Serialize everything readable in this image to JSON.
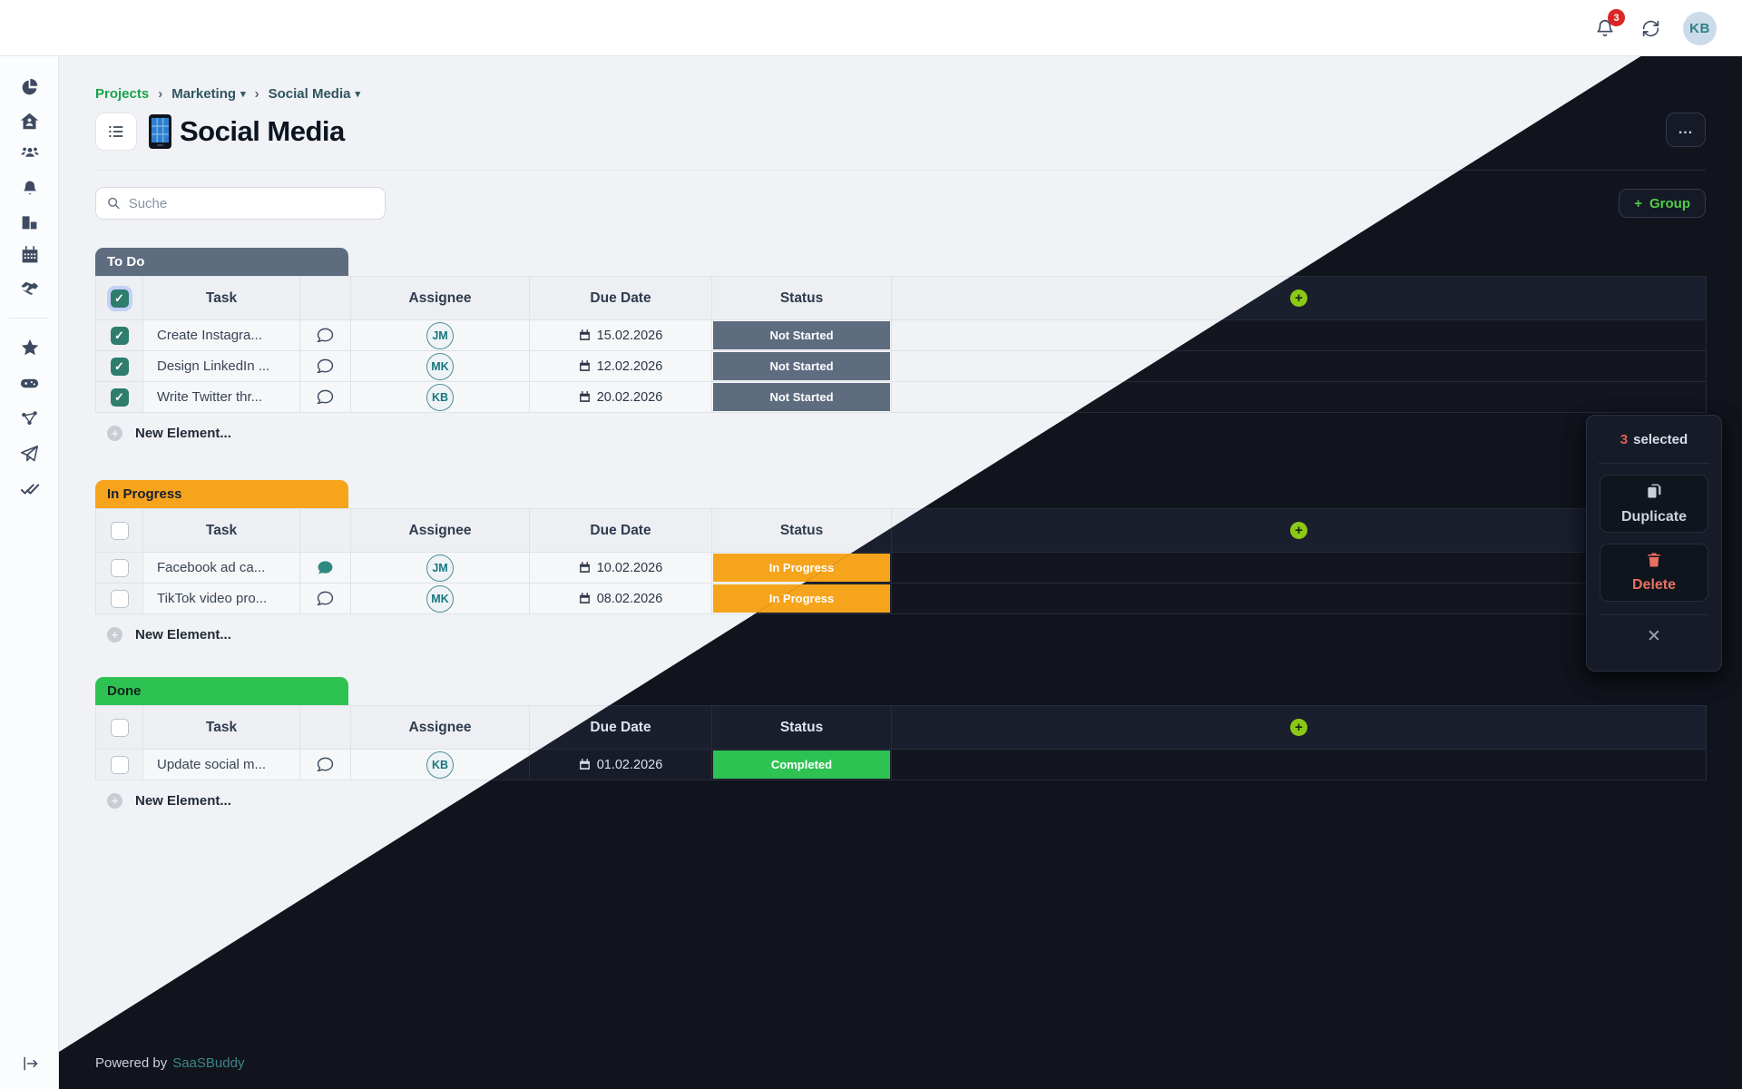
{
  "topbar": {
    "notification_badge": "3",
    "avatar_initials": "KB"
  },
  "breadcrumb": {
    "projects": "Projects",
    "marketing": "Marketing",
    "social_media": "Social Media"
  },
  "page": {
    "title": "Social Media",
    "more_label": "...",
    "group_button_label": "Group"
  },
  "search": {
    "placeholder": "Suche",
    "value": ""
  },
  "columns": {
    "task": "Task",
    "assignee": "Assignee",
    "due_date": "Due Date",
    "status": "Status"
  },
  "groups": [
    {
      "name": "To Do",
      "tasks": [
        {
          "title": "Create Instagra...",
          "assignee": "JM",
          "due": "15.02.2026",
          "status": "Not Started"
        },
        {
          "title": "Design LinkedIn ...",
          "assignee": "MK",
          "due": "12.02.2026",
          "status": "Not Started"
        },
        {
          "title": "Write Twitter thr...",
          "assignee": "KB",
          "due": "20.02.2026",
          "status": "Not Started"
        }
      ]
    },
    {
      "name": "In Progress",
      "tasks": [
        {
          "title": "Facebook ad ca...",
          "assignee": "JM",
          "due": "10.02.2026",
          "status": "In Progress"
        },
        {
          "title": "TikTok video pro...",
          "assignee": "MK",
          "due": "08.02.2026",
          "status": "In Progress"
        }
      ]
    },
    {
      "name": "Done",
      "tasks": [
        {
          "title": "Update social m...",
          "assignee": "KB",
          "due": "01.02.2026",
          "status": "Completed"
        }
      ]
    }
  ],
  "new_element_label": "New Element...",
  "selection_panel": {
    "count": "3",
    "count_word": "selected",
    "duplicate_label": "Duplicate",
    "delete_label": "Delete"
  },
  "footer": {
    "powered_by": "Powered by",
    "brand": "SaaSBuddy"
  },
  "icons": {
    "glyphs": {
      "chevron": "›",
      "caret": "▾",
      "plus": "+",
      "close": "✕",
      "ellipsis": "..."
    },
    "names": [
      "pie-chart-icon",
      "home-icon",
      "team-icon",
      "bell-icon",
      "building-icon",
      "calendar-icon",
      "handshake-icon",
      "star-icon",
      "gamepad-icon",
      "share-nodes-icon",
      "paper-plane-icon",
      "double-check-icon",
      "logout-icon",
      "search-icon",
      "list-icon",
      "phone-icon",
      "comment-icon",
      "copy-icon",
      "trash-icon",
      "refresh-icon",
      "plus-circle-icon"
    ]
  },
  "colors": {
    "page_light": "#f0f2f5",
    "page_dark": "#11141d",
    "todo_slate": "#5e6c80",
    "in_progress_orange": "#f6a41c",
    "done_green": "#2ec253",
    "lime_plus": "#8bc916",
    "breadcrumb_green": "#16a34a",
    "group_btn_green": "#2fae3a",
    "checkbox_teal": "#2f7d6d",
    "avatar_teal": "#17777b",
    "badge_red": "#dc2626",
    "delete_salmon": "#e8705f",
    "brand_teal": "#3e8585"
  }
}
